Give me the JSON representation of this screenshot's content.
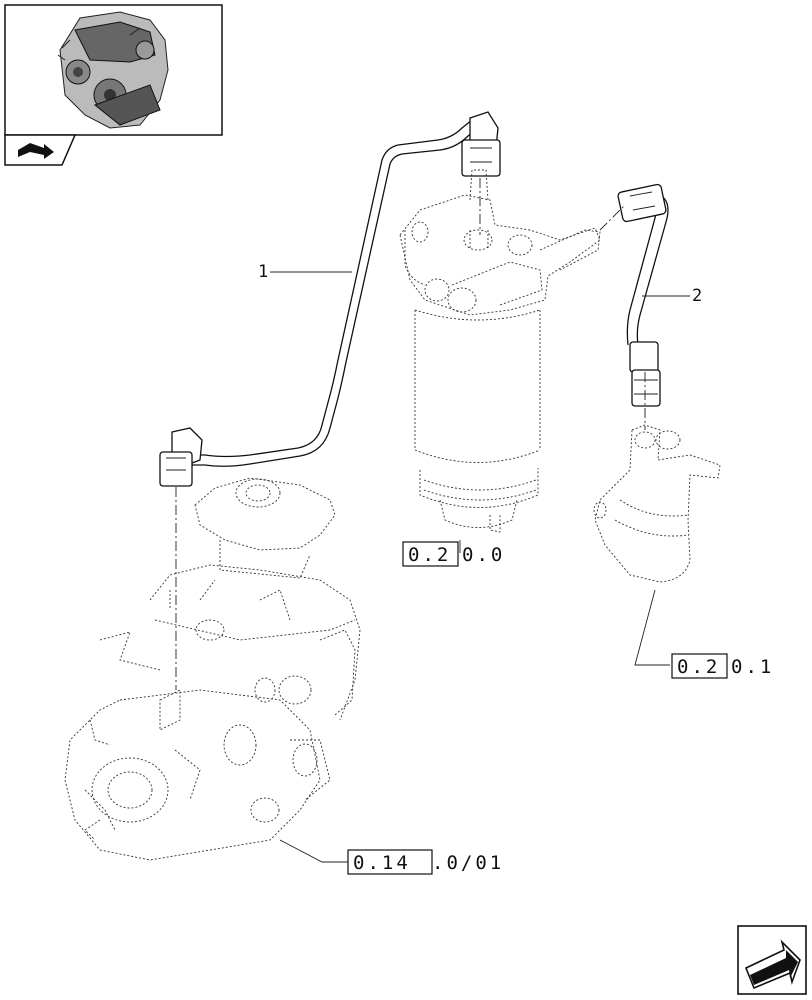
{
  "callouts": {
    "part_1": "1",
    "part_2": "2"
  },
  "references": {
    "filter_ref": {
      "boxed": "0.2",
      "rest": "0.0"
    },
    "pump_ref": {
      "boxed": "0.2",
      "rest": "0.1"
    },
    "injection_pump_ref": {
      "boxed": "0.14",
      "rest": ".0/01"
    }
  },
  "icons": {
    "thumbnail": "engine-thumbnail-icon",
    "thumbnail_tab": "book-arrow-icon",
    "nav": "next-page-arrow-icon"
  }
}
